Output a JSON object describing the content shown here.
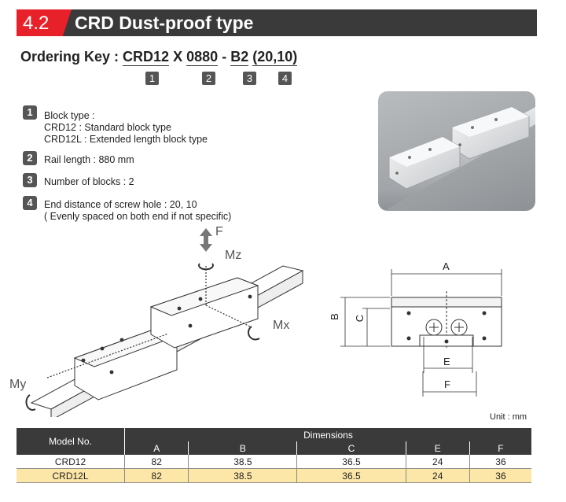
{
  "header": {
    "section_number": "4.2",
    "title": "CRD Dust-proof type"
  },
  "ordering_key": {
    "label": "Ordering Key :",
    "parts": [
      "CRD12",
      "X",
      "0880",
      "-",
      "B2",
      "(20,10)"
    ],
    "markers": [
      "1",
      "2",
      "3",
      "4"
    ]
  },
  "specs": [
    {
      "num": "1",
      "lines": [
        "Block type :",
        "CRD12  : Standard block type",
        "CRD12L : Extended length block type"
      ]
    },
    {
      "num": "2",
      "lines": [
        "Rail length : 880 mm"
      ]
    },
    {
      "num": "3",
      "lines": [
        "Number of blocks : 2"
      ]
    },
    {
      "num": "4",
      "lines": [
        "End distance of screw hole : 20, 10",
        " ( Evenly spaced on both end if not specific)"
      ]
    }
  ],
  "drawing_labels": {
    "f": "F",
    "mz": "Mz",
    "mx": "Mx",
    "my": "My"
  },
  "dimension_labels": {
    "a": "A",
    "b": "B",
    "c": "C",
    "e": "E",
    "f": "F"
  },
  "unit": "Unit : mm",
  "table": {
    "model_header": "Model No.",
    "dimensions_header": "Dimensions",
    "columns": [
      "A",
      "B",
      "C",
      "E",
      "F"
    ],
    "rows": [
      {
        "model": "CRD12",
        "values": [
          "82",
          "38.5",
          "36.5",
          "24",
          "36"
        ]
      },
      {
        "model": "CRD12L",
        "values": [
          "82",
          "38.5",
          "36.5",
          "24",
          "36"
        ]
      }
    ]
  },
  "colors": {
    "header_bg": "#3a3a3a",
    "accent_red": "#e8202a",
    "highlight_row": "#fde7a8",
    "marker_gray": "#555555"
  }
}
